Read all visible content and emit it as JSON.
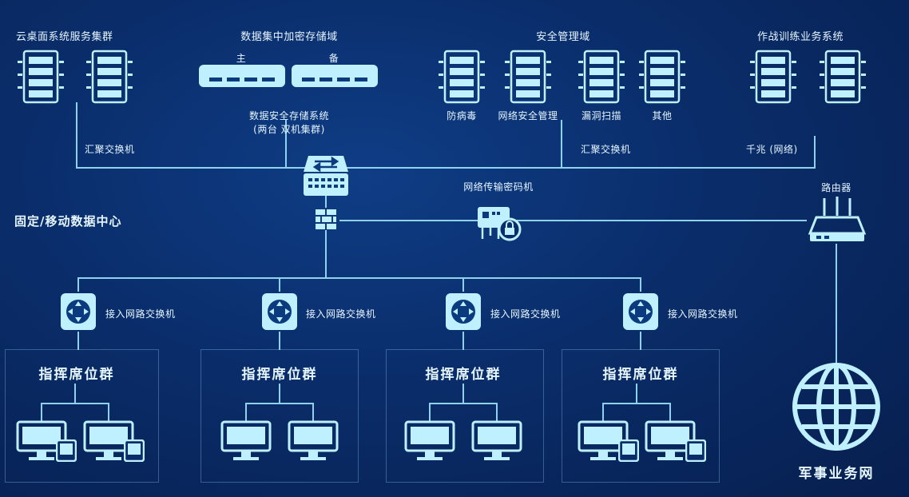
{
  "top_groups": {
    "cloud": "云桌面系统服务集群",
    "storage": "数据集中加密存储域",
    "security": "安全管理域",
    "business": "作战训练业务系统"
  },
  "storage": {
    "main": "主",
    "backup": "备",
    "system_line1": "数据安全存储系统",
    "system_line2": "(两台  双机集群)"
  },
  "security_servers": [
    "防病毒",
    "网络安全管理",
    "漏洞扫描",
    "其他"
  ],
  "switch_labels": {
    "left": "汇聚交换机",
    "right": "汇聚交换机",
    "gigabit": "千兆 (网络)"
  },
  "encryptor": "网络传输密码机",
  "router": "路由器",
  "datacenter": "固定/移动数据中心",
  "access_switches": [
    "接入网路交换机",
    "接入网路交换机",
    "接入网路交换机",
    "接入网路交换机"
  ],
  "seat_groups": [
    "指挥席位群",
    "指挥席位群",
    "指挥席位群",
    "指挥席位群"
  ],
  "military_net": "军事业务网",
  "colors": {
    "line": "#8fd2ee",
    "icon_fill": "#bff0ff",
    "background": "#0a2d6a"
  }
}
